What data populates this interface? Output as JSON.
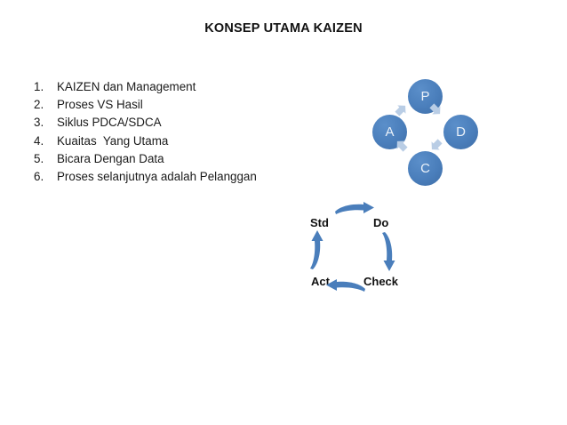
{
  "slide": {
    "title": "KONSEP UTAMA KAIZEN",
    "background_color": "#ffffff"
  },
  "concept_list": {
    "items": [
      {
        "number": "1.",
        "text": "KAIZEN dan Management"
      },
      {
        "number": "2.",
        "text": "Proses VS Hasil"
      },
      {
        "number": "3.",
        "text": "Siklus PDCA/SDCA"
      },
      {
        "number": "4.",
        "text": "Kuaitas  Yang Utama"
      },
      {
        "number": "5.",
        "text": "Bicara Dengan Data"
      },
      {
        "number": "6.",
        "text": "Proses selanjutnya adalah Pelanggan"
      }
    ]
  },
  "pdca_diagram": {
    "name": "PDCA cycle",
    "node_color": "#4a7ebb",
    "node_text_color": "#eaf1f9",
    "arrow_color": "#b9cde5",
    "nodes": [
      {
        "label": "P",
        "position": "top"
      },
      {
        "label": "D",
        "position": "right"
      },
      {
        "label": "C",
        "position": "bottom"
      },
      {
        "label": "A",
        "position": "left"
      }
    ],
    "arrows": [
      {
        "from": "P",
        "to": "D"
      },
      {
        "from": "D",
        "to": "C"
      },
      {
        "from": "C",
        "to": "A"
      },
      {
        "from": "A",
        "to": "P"
      }
    ]
  },
  "sdca_diagram": {
    "name": "SDCA cycle",
    "arrow_color": "#4a7ebb",
    "label_color": "#111111",
    "labels": [
      {
        "text": "Std",
        "position": "top-left"
      },
      {
        "text": "Do",
        "position": "top-right"
      },
      {
        "text": "Act",
        "position": "bottom-left"
      },
      {
        "text": "Check",
        "position": "bottom-right"
      }
    ],
    "arrows": [
      {
        "direction": "right",
        "from": "Std",
        "to": "Do"
      },
      {
        "direction": "down",
        "from": "Do",
        "to": "Check"
      },
      {
        "direction": "left",
        "from": "Check",
        "to": "Act"
      },
      {
        "direction": "up",
        "from": "Act",
        "to": "Std"
      }
    ]
  }
}
